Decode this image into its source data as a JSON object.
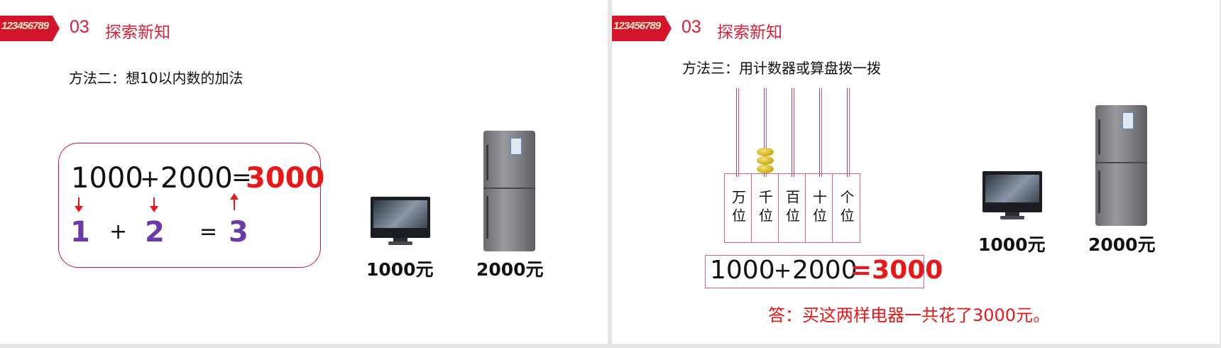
{
  "slides": [
    {
      "badge": "123456789",
      "section_number": "03",
      "section_title": "探索新知",
      "method": "方法二：想10以内数的加法",
      "equation": {
        "a": "1000",
        "plus": "+",
        "b": "2000",
        "eq": "=",
        "result": "3000",
        "small_a": "1",
        "small_plus": "+",
        "small_b": "2",
        "small_eq": "=",
        "small_result": "3"
      },
      "items": [
        {
          "icon": "tv-icon",
          "price": "1000元"
        },
        {
          "icon": "fridge-icon",
          "price": "2000元"
        }
      ]
    },
    {
      "badge": "123456789",
      "section_number": "03",
      "section_title": "探索新知",
      "method": "方法三：用计数器或算盘拨一拨",
      "abacus": {
        "places": [
          "万位",
          "千位",
          "百位",
          "十位",
          "个位"
        ],
        "beads": [
          0,
          3,
          0,
          0,
          0
        ]
      },
      "equation": {
        "a": "1000",
        "plus": "+",
        "b": "2000",
        "result": "=3000"
      },
      "items": [
        {
          "icon": "tv-icon",
          "price": "1000元"
        },
        {
          "icon": "fridge-icon",
          "price": "2000元"
        }
      ],
      "answer": "答：买这两样电器一共花了3000元。"
    }
  ],
  "colors": {
    "accent_red": "#e81818",
    "title_red": "#d8203a",
    "purple": "#6a3aa8",
    "border_pink": "#c0135a"
  }
}
